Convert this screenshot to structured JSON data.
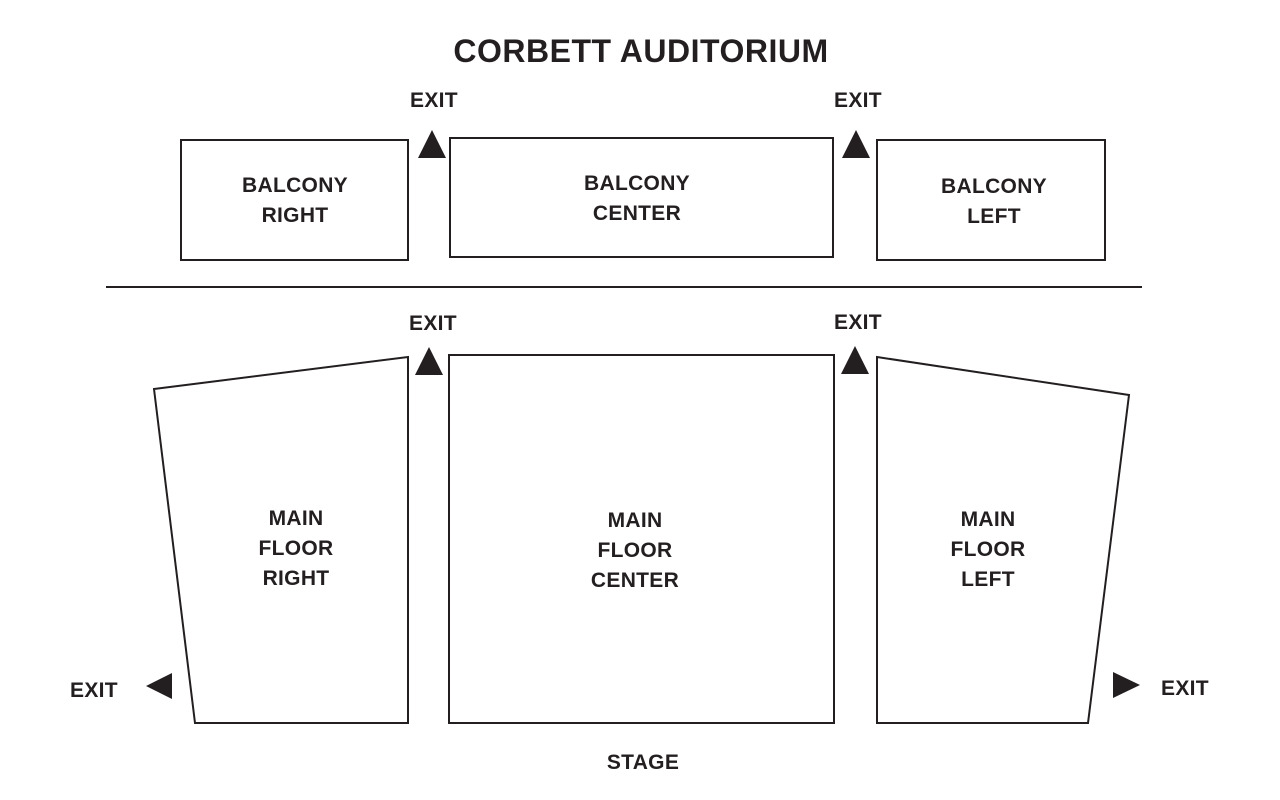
{
  "title": "CORBETT AUDITORIUM",
  "exit_label": "EXIT",
  "stage_label": "STAGE",
  "sections": {
    "balcony_right": [
      "BALCONY",
      "RIGHT"
    ],
    "balcony_center": [
      "BALCONY",
      "CENTER"
    ],
    "balcony_left": [
      "BALCONY",
      "LEFT"
    ],
    "main_floor_right": [
      "MAIN",
      "FLOOR",
      "RIGHT"
    ],
    "main_floor_center": [
      "MAIN",
      "FLOOR",
      "CENTER"
    ],
    "main_floor_left": [
      "MAIN",
      "FLOOR",
      "LEFT"
    ]
  },
  "colors": {
    "ink": "#231f20",
    "background": "#ffffff"
  },
  "icons": {
    "exit_up": "triangle-up",
    "exit_left": "triangle-left",
    "exit_right": "triangle-right"
  }
}
